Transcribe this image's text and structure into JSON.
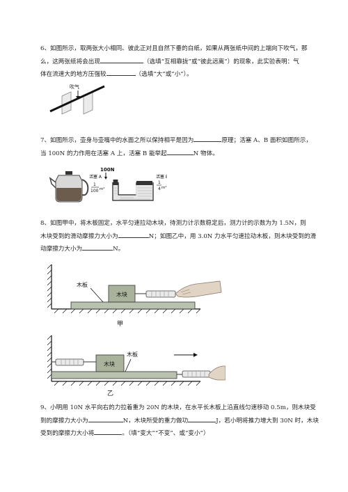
{
  "q6": {
    "l1": "6、如图所示，取两张大小相同、彼此正对且自然下垂的白纸，如果从两张纸中间的上端向下吹气，那",
    "l2a": "么，这两张纸将会出现",
    "l2b": "（选填“互相靠拢”或“彼此远离”）的现象，此实验表明：气",
    "l3a": "体在流速大的地方压强较",
    "l3b": "（选填“大”或“小”）。",
    "fig_label": "吹气"
  },
  "q7": {
    "l1a": "7、如图所示，壶身与壶嘴中的水面之所以保持相平是因为",
    "l1b": "原理；活塞 A、B 面积如图所示，",
    "l2a": "当 100N 的力作用在活塞 A 上，活塞 B 能举起",
    "l2b": "N 物体。",
    "fig": {
      "force": "100N",
      "piston_a": "活塞 A",
      "piston_b": "活塞 B",
      "area_a_num": "1",
      "area_a_den": "100",
      "area_a_unit": "m²",
      "area_b_num": "1",
      "area_b_den": "4",
      "area_b_unit": "m²"
    }
  },
  "q8": {
    "l1": "8、如图甲中，将木板固定，水平匀速拉动木块，待测力计示数稳定后，测力计的示数为为 1.5N，则",
    "l2a": "木块受到的滑动摩擦力大小为",
    "l2b": "N；如图乙中，用 3.0N 力水平匀速拉动木板，则木块受到的滑",
    "l3a": "动摩擦力大小为",
    "l3b": "N。",
    "fig1": {
      "board": "木板",
      "block": "木块",
      "caption": "甲"
    },
    "fig2": {
      "board": "木板",
      "block": "木块",
      "caption": "乙"
    }
  },
  "q9": {
    "l1": "9、小明用 10N 水平向右的力拉着重为 20N 的木块，在水平长木板上沿直线匀速移动 0.5m，则木块受",
    "l2a": "到的摩擦力大小为",
    "l2b": "N，木块所受的重力做功",
    "l2c": "J，若小明将推力增大到 30N 时，木块",
    "l3a": "受到的摩擦力大小将",
    "l3b": "。（填“变大”“不变”、或“变小”）"
  }
}
